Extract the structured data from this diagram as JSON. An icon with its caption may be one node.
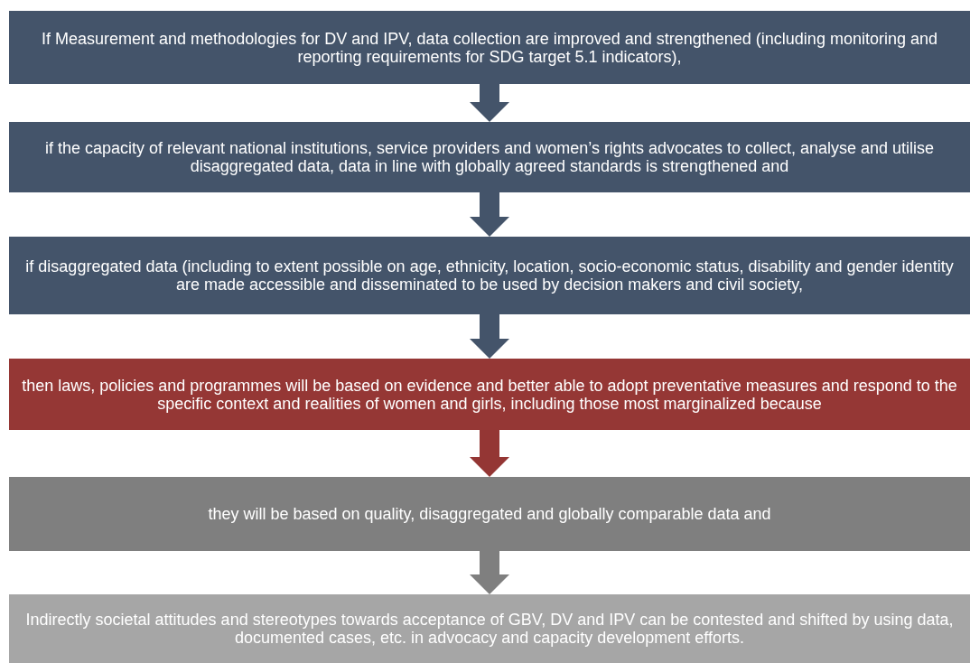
{
  "diagram": {
    "nodes": [
      {
        "text": [
          "If Measurement and methodologies for DV and IPV, data collection are improved and strengthened (including monitoring and reporting requirements for SDG target 5.1 indicators),"
        ]
      },
      {
        "text": [
          "if the capacity of relevant national institutions, service providers and women’s rights advocates to collect, analyse and utilise disaggregated data, data in line with globally agreed standards is strengthened and"
        ]
      },
      {
        "text": [
          "if disaggregated data (including to extent possible on age, ethnicity, location, socio-economic status, disability and gender identity are made accessible and disseminated to be used by decision makers and civil society,"
        ]
      },
      {
        "text": [
          "then laws, policies and programmes will be based on evidence and better able to adopt preventative measures and respond to the specific context and realities of women and girls, including those most marginalized because"
        ]
      },
      {
        "text": [
          "they will be based on quality, disaggregated and globally comparable data and"
        ]
      },
      {
        "text": [
          "Indirectly societal attitudes and stereotypes towards acceptance of GBV, DV and IPV can be contested and shifted by using data, documented cases, etc. in advocacy and capacity development efforts."
        ]
      }
    ],
    "edges": [
      {
        "from": 0,
        "to": 1,
        "arrow": "to"
      },
      {
        "from": 1,
        "to": 2,
        "arrow": "to"
      },
      {
        "from": 2,
        "to": 3,
        "arrow": "to"
      },
      {
        "from": 3,
        "to": 4,
        "arrow": "to",
        "color": "#943634"
      },
      {
        "from": 4,
        "to": 5,
        "arrow": "to",
        "color": "#7f7f7f"
      }
    ]
  }
}
